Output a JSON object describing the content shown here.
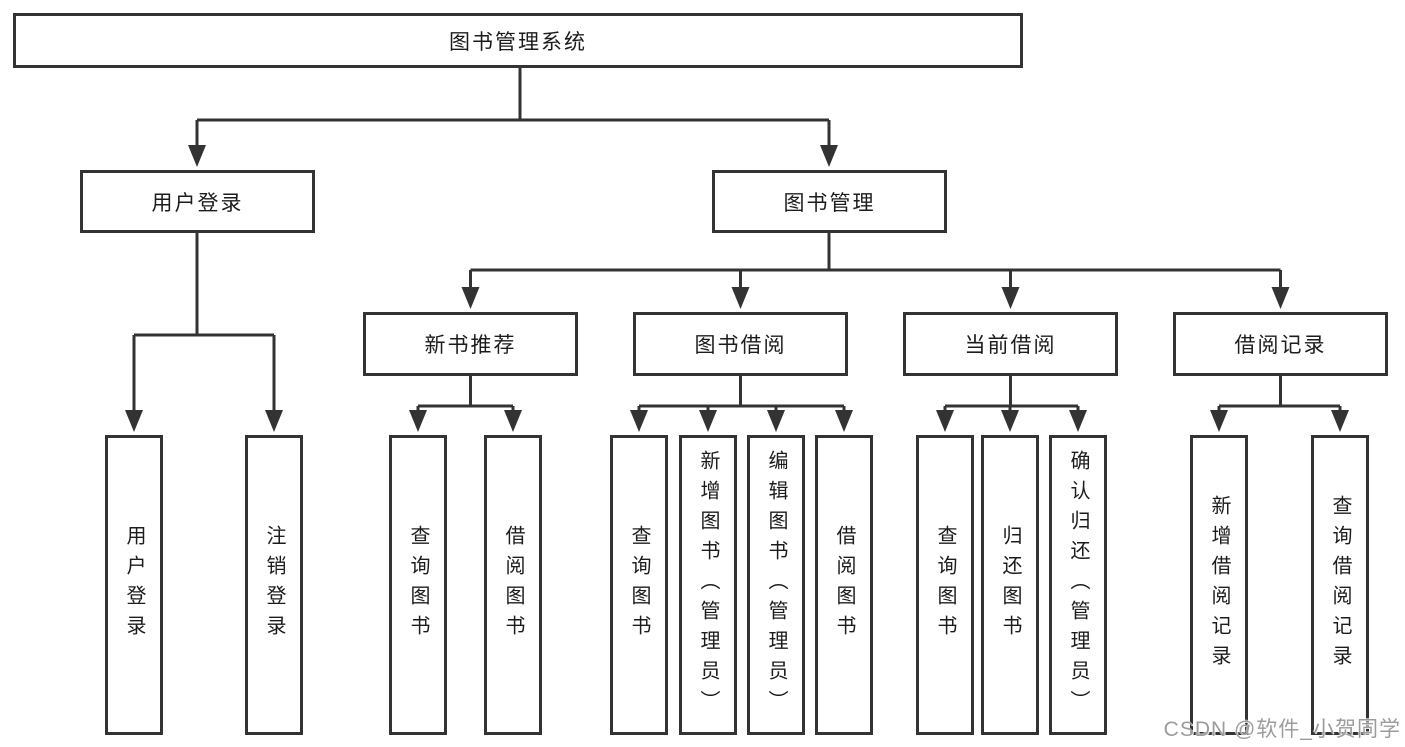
{
  "tree": {
    "root": {
      "label": "图书管理系统",
      "children": [
        {
          "label": "用户登录",
          "children": [
            {
              "label": "用户登录"
            },
            {
              "label": "注销登录"
            }
          ]
        },
        {
          "label": "图书管理",
          "children": [
            {
              "label": "新书推荐",
              "children": [
                {
                  "label": "查询图书"
                },
                {
                  "label": "借阅图书"
                }
              ]
            },
            {
              "label": "图书借阅",
              "children": [
                {
                  "label": "查询图书"
                },
                {
                  "label": "新增图书（管理员）"
                },
                {
                  "label": "编辑图书（管理员）"
                },
                {
                  "label": "借阅图书"
                }
              ]
            },
            {
              "label": "当前借阅",
              "children": [
                {
                  "label": "查询图书"
                },
                {
                  "label": "归还图书"
                },
                {
                  "label": "确认归还（管理员）"
                }
              ]
            },
            {
              "label": "借阅记录",
              "children": [
                {
                  "label": "新增借阅记录"
                },
                {
                  "label": "查询借阅记录"
                }
              ]
            }
          ]
        }
      ]
    }
  },
  "watermark": {
    "text": "CSDN @软件_小贺同学"
  },
  "colors": {
    "line": "#333333",
    "text": "#1c1c1c",
    "watermark_gray": "#9c9c9c",
    "background": "#ffffff"
  }
}
